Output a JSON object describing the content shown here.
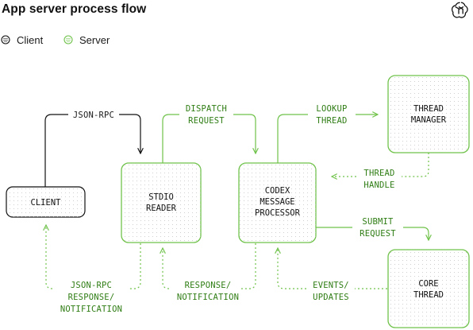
{
  "title": "App server process flow",
  "legend": {
    "client_label": "Client",
    "server_label": "Server"
  },
  "icons": {
    "logo": "openai-logo-icon",
    "client_marker": "dotted-circle-icon",
    "server_marker": "dotted-circle-icon"
  },
  "colors": {
    "client_stroke": "#111111",
    "server_stroke": "#6fc24a",
    "server_text": "#2f7d14",
    "node_dots": "#c9c9c9"
  },
  "nodes": {
    "client": [
      "CLIENT"
    ],
    "stdio_reader": [
      "STDIO",
      "READER"
    ],
    "codex_processor": [
      "CODEX",
      "MESSAGE",
      "PROCESSOR"
    ],
    "thread_manager": [
      "THREAD",
      "MANAGER"
    ],
    "core_thread": [
      "CORE",
      "THREAD"
    ]
  },
  "edges": {
    "json_rpc": [
      "JSON-RPC"
    ],
    "dispatch_request": [
      "DISPATCH",
      "REQUEST"
    ],
    "lookup_thread": [
      "LOOKUP",
      "THREAD"
    ],
    "thread_handle": [
      "THREAD",
      "HANDLE"
    ],
    "submit_request": [
      "SUBMIT",
      "REQUEST"
    ],
    "json_rpc_response": [
      "JSON-RPC",
      "RESPONSE/",
      "NOTIFICATION"
    ],
    "response_notification": [
      "RESPONSE/",
      "NOTIFICATION"
    ],
    "events_updates": [
      "EVENTS/",
      "UPDATES"
    ]
  }
}
